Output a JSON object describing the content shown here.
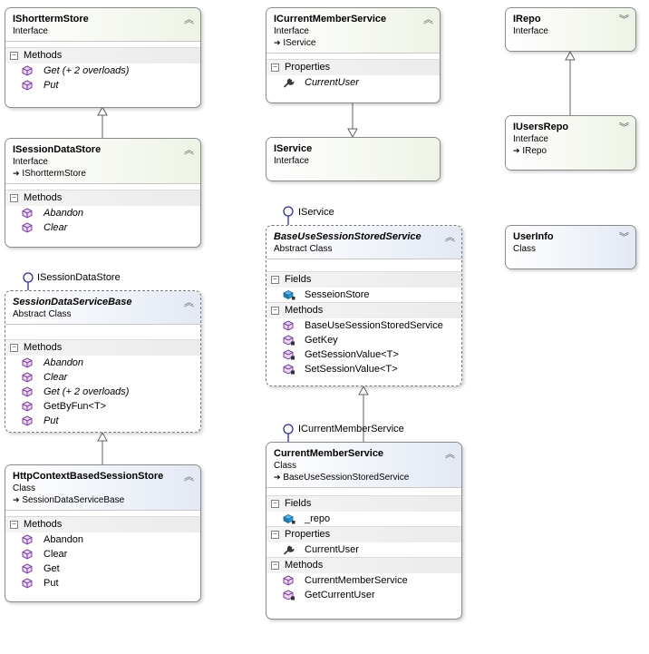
{
  "boxes": {
    "ishorttermstore": {
      "name": "IShorttermStore",
      "kind": "Interface",
      "sections": [
        {
          "label": "Methods",
          "members": [
            "Get (+ 2 overloads)",
            "Put"
          ]
        }
      ]
    },
    "isessiondatastore": {
      "name": "ISessionDataStore",
      "kind": "Interface",
      "inherits": "IShorttermStore",
      "sections": [
        {
          "label": "Methods",
          "members": [
            "Abandon",
            "Clear"
          ]
        }
      ]
    },
    "sessiondataservicebase": {
      "name": "SessionDataServiceBase",
      "kind": "Abstract Class",
      "sections": [
        {
          "label": "Methods",
          "members": [
            "Abandon",
            "Clear",
            "Get (+ 2 overloads)",
            "GetByFun<T>",
            "Put"
          ]
        }
      ]
    },
    "httpcontextbasedsessionstore": {
      "name": "HttpContextBasedSessionStore",
      "kind": "Class",
      "inherits": "SessionDataServiceBase",
      "sections": [
        {
          "label": "Methods",
          "members": [
            "Abandon",
            "Clear",
            "Get",
            "Put"
          ]
        }
      ]
    },
    "icurrentmemberservice": {
      "name": "ICurrentMemberService",
      "kind": "Interface",
      "inherits": "IService",
      "sections": [
        {
          "label": "Properties",
          "members": [
            "CurrentUser"
          ]
        }
      ]
    },
    "iservice": {
      "name": "IService",
      "kind": "Interface"
    },
    "baseusesessionstoredservice": {
      "name": "BaseUseSessionStoredService",
      "kind": "Abstract Class",
      "sections": [
        {
          "label": "Fields",
          "members": [
            "SesseionStore"
          ]
        },
        {
          "label": "Methods",
          "members": [
            "BaseUseSessionStoredService",
            "GetKey",
            "GetSessionValue<T>",
            "SetSessionValue<T>"
          ]
        }
      ]
    },
    "currentmemberservice": {
      "name": "CurrentMemberService",
      "kind": "Class",
      "inherits": "BaseUseSessionStoredService",
      "sections": [
        {
          "label": "Fields",
          "members": [
            "_repo"
          ]
        },
        {
          "label": "Properties",
          "members": [
            "CurrentUser"
          ]
        },
        {
          "label": "Methods",
          "members": [
            "CurrentMemberService",
            "GetCurrentUser"
          ]
        }
      ]
    },
    "irepo": {
      "name": "IRepo",
      "kind": "Interface"
    },
    "iusersrepo": {
      "name": "IUsersRepo",
      "kind": "Interface",
      "inherits": "IRepo"
    },
    "userinfo": {
      "name": "UserInfo",
      "kind": "Class"
    }
  },
  "lollipops": {
    "isessiondatastore": "ISessionDataStore",
    "iservice": "IService",
    "icurrentmemberservice": "ICurrentMemberService"
  },
  "icons": {
    "method": "method-icon",
    "property": "property-wrench-icon",
    "field": "field-icon",
    "collapse": "chevron-up-double-icon",
    "expand": "chevron-down-double-icon",
    "inherit_arrow": "inheritance-arrow-icon"
  },
  "colors": {
    "method_icon": "#9b59b6",
    "field_icon": "#1e7fb8",
    "lollipop": "#2d2d9a",
    "border": "#8a8a8a"
  }
}
